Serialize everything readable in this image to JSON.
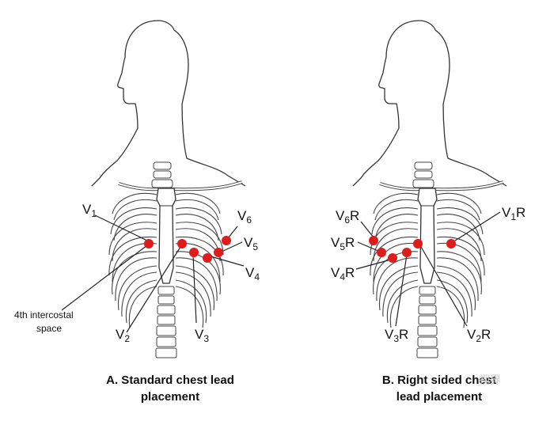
{
  "colors": {
    "electrode": "#e01b1b",
    "line": "#333333",
    "text": "#111111"
  },
  "panel_a": {
    "caption": "A. Standard chest lead\nplacement",
    "labels": {
      "v1_main": "V",
      "v1_sub": "1",
      "v2_main": "V",
      "v2_sub": "2",
      "v3_main": "V",
      "v3_sub": "3",
      "v4_main": "V",
      "v4_sub": "4",
      "v5_main": "V",
      "v5_sub": "5",
      "v6_main": "V",
      "v6_sub": "6",
      "intercostal_line1": "4th intercostal",
      "intercostal_line2": "space"
    }
  },
  "panel_b": {
    "caption": "B. Right sided chest\nlead placement",
    "labels": {
      "v1r_main": "V",
      "v1r_sub": "1",
      "v1r_suffix": "R",
      "v2r_main": "V",
      "v2r_sub": "2",
      "v2r_suffix": "R",
      "v3r_main": "V",
      "v3r_sub": "3",
      "v3r_suffix": "R",
      "v4r_main": "V",
      "v4r_sub": "4",
      "v4r_suffix": "R",
      "v5r_main": "V",
      "v5r_sub": "5",
      "v5r_suffix": "R",
      "v6r_main": "V",
      "v6r_sub": "6",
      "v6r_suffix": "R"
    }
  },
  "watermark": "视界"
}
